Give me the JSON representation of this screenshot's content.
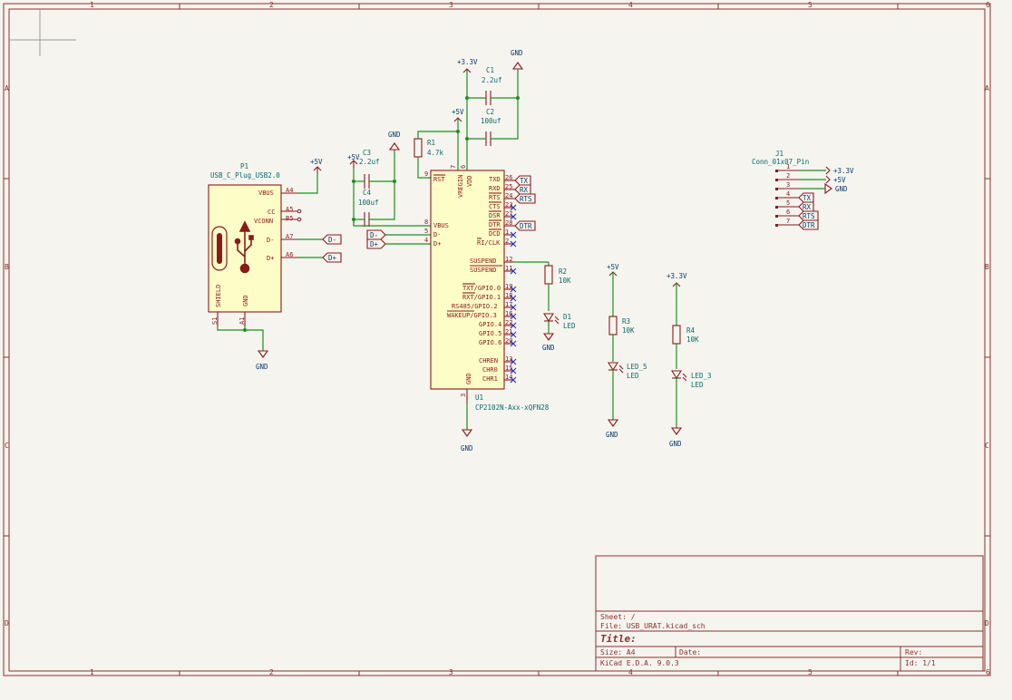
{
  "sheet": {
    "column_ticks": [
      "1",
      "2",
      "3",
      "4",
      "5",
      "6"
    ],
    "row_ticks": [
      "A",
      "B",
      "C",
      "D"
    ]
  },
  "title_block": {
    "sheet_label": "Sheet: /",
    "file_label": "File: USB_URAT.kicad_sch",
    "title_label": "Title:",
    "size_label": "Size: A4",
    "date_label": "Date:",
    "rev_label": "Rev:",
    "tool_label": "KiCad E.D.A. 9.0.3",
    "id_label": "Id: 1/1"
  },
  "components": {
    "p1": {
      "ref": "P1",
      "value": "USB_C_Plug_USB2.0",
      "pins_right": [
        {
          "name": "VBUS",
          "num": "A4"
        },
        {
          "name": "CC",
          "num": "A5"
        },
        {
          "name": "VCONN",
          "num": "B5"
        },
        {
          "name": "D-",
          "num": "A7"
        },
        {
          "name": "D+",
          "num": "A6"
        }
      ],
      "shield": "SHIELD",
      "gnd": "GND",
      "shield_num": "S1",
      "gnd_num": "A1"
    },
    "u1": {
      "ref": "U1",
      "value": "CP2102N-Axx-xQFN28",
      "pins_left": [
        {
          "name": "RST",
          "num": "9"
        },
        {
          "name": "VBUS",
          "num": "8"
        },
        {
          "name": "D-",
          "num": "5"
        },
        {
          "name": "D+",
          "num": "4"
        }
      ],
      "pins_top": [
        {
          "name": "VREGIN",
          "num": "7"
        },
        {
          "name": "VDD",
          "num": "6"
        }
      ],
      "pins_right": [
        {
          "name": "TXD",
          "num": "26"
        },
        {
          "name": "RXD",
          "num": "25"
        },
        {
          "name": "RTS",
          "num": "24"
        },
        {
          "name": "CTS",
          "num": "23"
        },
        {
          "name": "DSR",
          "num": "27"
        },
        {
          "name": "DTR",
          "num": "28"
        },
        {
          "name": "DCD",
          "num": "1"
        },
        {
          "name": "RI/CLK",
          "num": "2"
        },
        {
          "name": "SUSPEND",
          "num": "12"
        },
        {
          "name": "SUSPEND",
          "num": "11"
        },
        {
          "name": "TXT/GPIO.0",
          "num": "19"
        },
        {
          "name": "RXT/GPIO.1",
          "num": "18"
        },
        {
          "name": "RS485/GPIO.2",
          "num": "17"
        },
        {
          "name": "WAKEUP/GPIO.3",
          "num": "16"
        },
        {
          "name": "GPIO.4",
          "num": "22"
        },
        {
          "name": "GPIO.5",
          "num": "21"
        },
        {
          "name": "GPIO.6",
          "num": "20"
        },
        {
          "name": "CHREN",
          "num": "13"
        },
        {
          "name": "CHR0",
          "num": "15"
        },
        {
          "name": "CHR1",
          "num": "14"
        }
      ],
      "gnd": "GND",
      "gnd_num": "3"
    },
    "c1": {
      "ref": "C1",
      "value": "2.2uf"
    },
    "c2": {
      "ref": "C2",
      "value": "100uf"
    },
    "c3": {
      "ref": "C3",
      "value": "2.2uf"
    },
    "c4": {
      "ref": "C4",
      "value": "100uf"
    },
    "r1": {
      "ref": "R1",
      "value": "4.7k"
    },
    "r2": {
      "ref": "R2",
      "value": "10K"
    },
    "r3": {
      "ref": "R3",
      "value": "10K"
    },
    "r4": {
      "ref": "R4",
      "value": "10K"
    },
    "d1": {
      "ref": "D1",
      "value": "LED"
    },
    "led5": {
      "ref": "LED_5",
      "value": "LED"
    },
    "led3": {
      "ref": "LED_3",
      "value": "LED"
    },
    "j1": {
      "ref": "J1",
      "value": "Conn_01x07_Pin",
      "pins": [
        "1",
        "2",
        "3",
        "4",
        "5",
        "6",
        "7"
      ]
    }
  },
  "power": {
    "p5v_usb": "+5V",
    "p5v_u1": "+5V",
    "p3v3_c1": "+3.3V",
    "gnd_c1": "GND",
    "p5v_c3": "+5V",
    "gnd_c3": "GND",
    "gnd_usb": "GND",
    "gnd_u1": "GND",
    "gnd_d1": "GND",
    "p5v_r3": "+5V",
    "gnd_led5": "GND",
    "p3v3_r4": "+3.3V",
    "gnd_led3": "GND",
    "j1_p1": "+3.3V",
    "j1_p2": "+5V",
    "j1_p3": "GND"
  },
  "labels": {
    "dm_usb": "D-",
    "dp_usb": "D+",
    "dm_u1": "D-",
    "dp_u1": "D+",
    "tx_u1": "TX",
    "rx_u1": "RX",
    "rts_u1": "RTS",
    "dtr_u1": "DTR",
    "tx_j1": "TX",
    "rx_j1": "RX",
    "rts_j1": "RTS",
    "dtr_j1": "DTR"
  }
}
